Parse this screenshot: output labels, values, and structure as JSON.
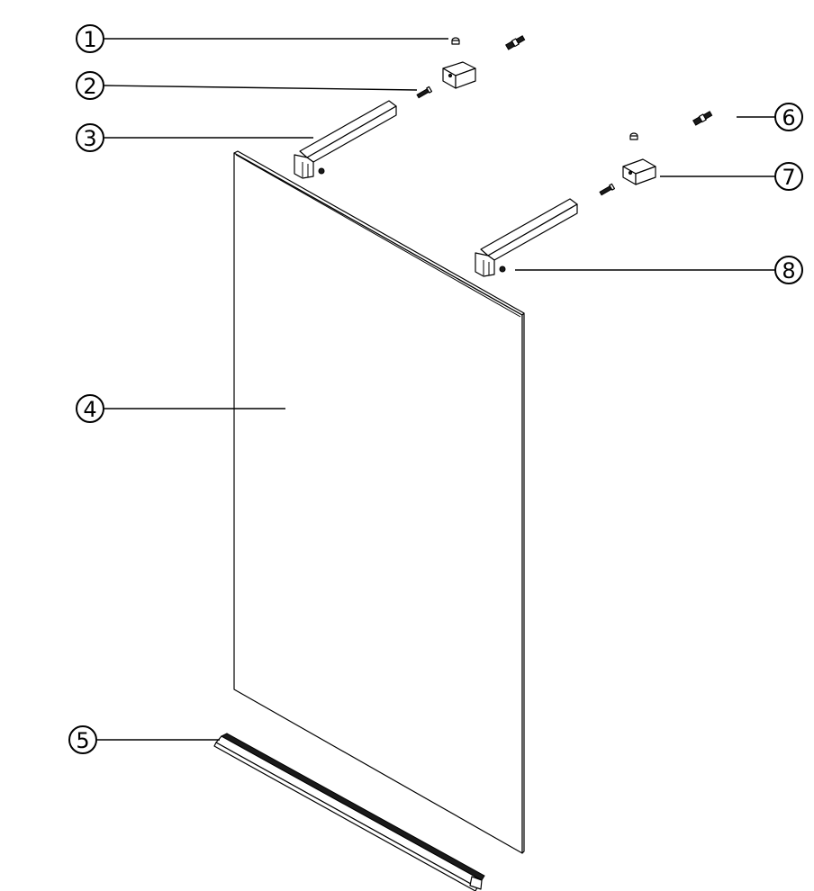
{
  "diagram": {
    "callouts": [
      {
        "id": "1",
        "label": "1"
      },
      {
        "id": "2",
        "label": "2"
      },
      {
        "id": "3",
        "label": "3"
      },
      {
        "id": "4",
        "label": "4"
      },
      {
        "id": "5",
        "label": "5"
      },
      {
        "id": "6",
        "label": "6"
      },
      {
        "id": "7",
        "label": "7"
      },
      {
        "id": "8",
        "label": "8"
      }
    ],
    "colors": {
      "line": "#000000",
      "background": "#ffffff",
      "profile": "#1a1a1a"
    }
  }
}
